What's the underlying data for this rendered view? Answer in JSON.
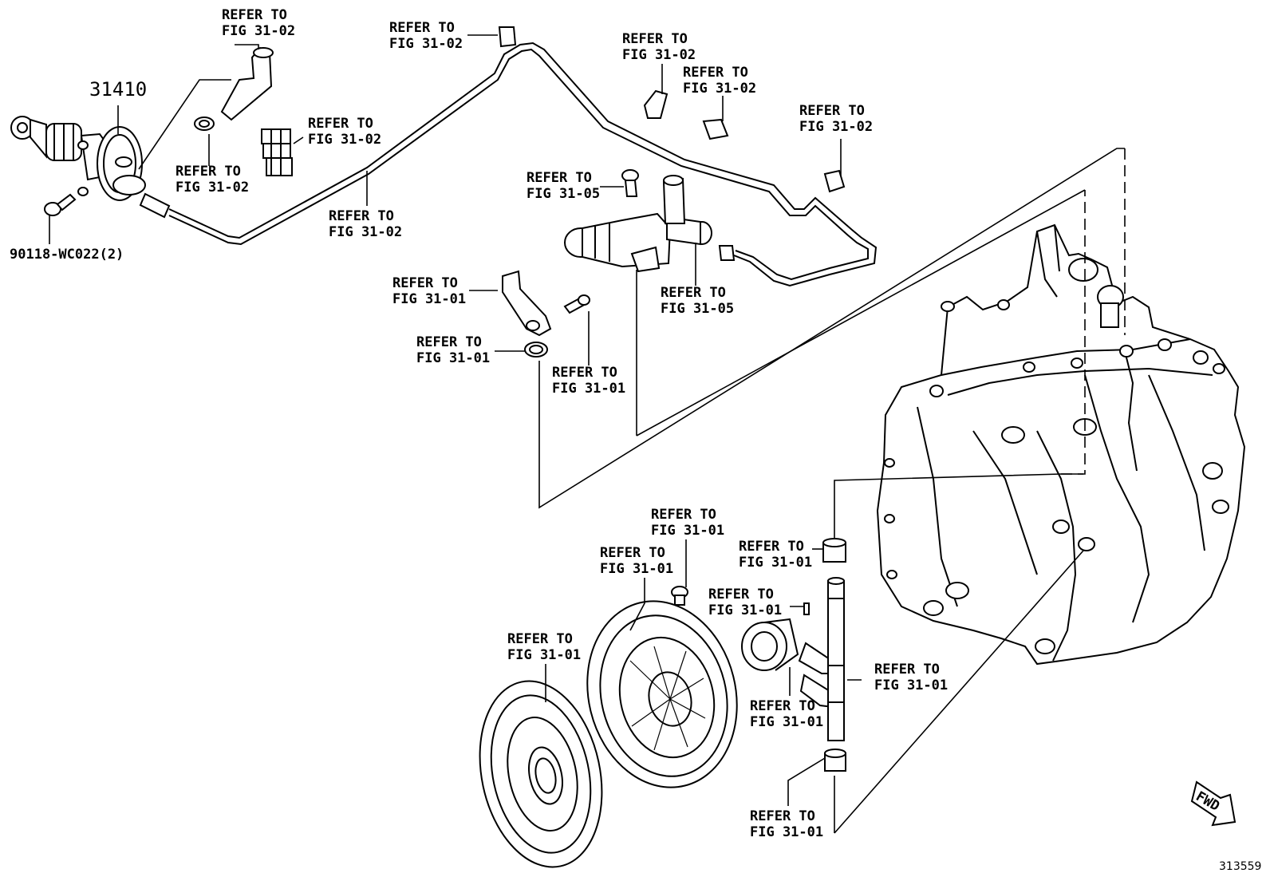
{
  "diagram": {
    "part_number_main": "31410",
    "bolt_part_number": "90118-WC022(2)",
    "figure_id": "313559",
    "fwd_label": "FWD",
    "refs": [
      {
        "id": "ref-1",
        "line1": "REFER TO",
        "line2": "FIG 31-02"
      },
      {
        "id": "ref-2",
        "line1": "REFER TO",
        "line2": "FIG 31-02"
      },
      {
        "id": "ref-3",
        "line1": "REFER TO",
        "line2": "FIG 31-02"
      },
      {
        "id": "ref-4",
        "line1": "REFER TO",
        "line2": "FIG 31-02"
      },
      {
        "id": "ref-5",
        "line1": "REFER TO",
        "line2": "FIG 31-02"
      },
      {
        "id": "ref-6",
        "line1": "REFER TO",
        "line2": "FIG 31-02"
      },
      {
        "id": "ref-7",
        "line1": "REFER TO",
        "line2": "FIG 31-02"
      },
      {
        "id": "ref-8",
        "line1": "REFER TO",
        "line2": "FIG 31-02"
      },
      {
        "id": "ref-9",
        "line1": "REFER TO",
        "line2": "FIG 31-05"
      },
      {
        "id": "ref-10",
        "line1": "REFER TO",
        "line2": "FIG 31-05"
      },
      {
        "id": "ref-11",
        "line1": "REFER TO",
        "line2": "FIG 31-01"
      },
      {
        "id": "ref-12",
        "line1": "REFER TO",
        "line2": "FIG 31-01"
      },
      {
        "id": "ref-13",
        "line1": "REFER TO",
        "line2": "FIG 31-01"
      },
      {
        "id": "ref-14",
        "line1": "REFER TO",
        "line2": "FIG 31-01"
      },
      {
        "id": "ref-15",
        "line1": "REFER TO",
        "line2": "FIG 31-01"
      },
      {
        "id": "ref-16",
        "line1": "REFER TO",
        "line2": "FIG 31-01"
      },
      {
        "id": "ref-17",
        "line1": "REFER TO",
        "line2": "FIG 31-01"
      },
      {
        "id": "ref-18",
        "line1": "REFER TO",
        "line2": "FIG 31-01"
      },
      {
        "id": "ref-19",
        "line1": "REFER TO",
        "line2": "FIG 31-01"
      },
      {
        "id": "ref-20",
        "line1": "REFER TO",
        "line2": "FIG 31-01"
      },
      {
        "id": "ref-21",
        "line1": "REFER TO",
        "line2": "FIG 31-01"
      }
    ]
  }
}
